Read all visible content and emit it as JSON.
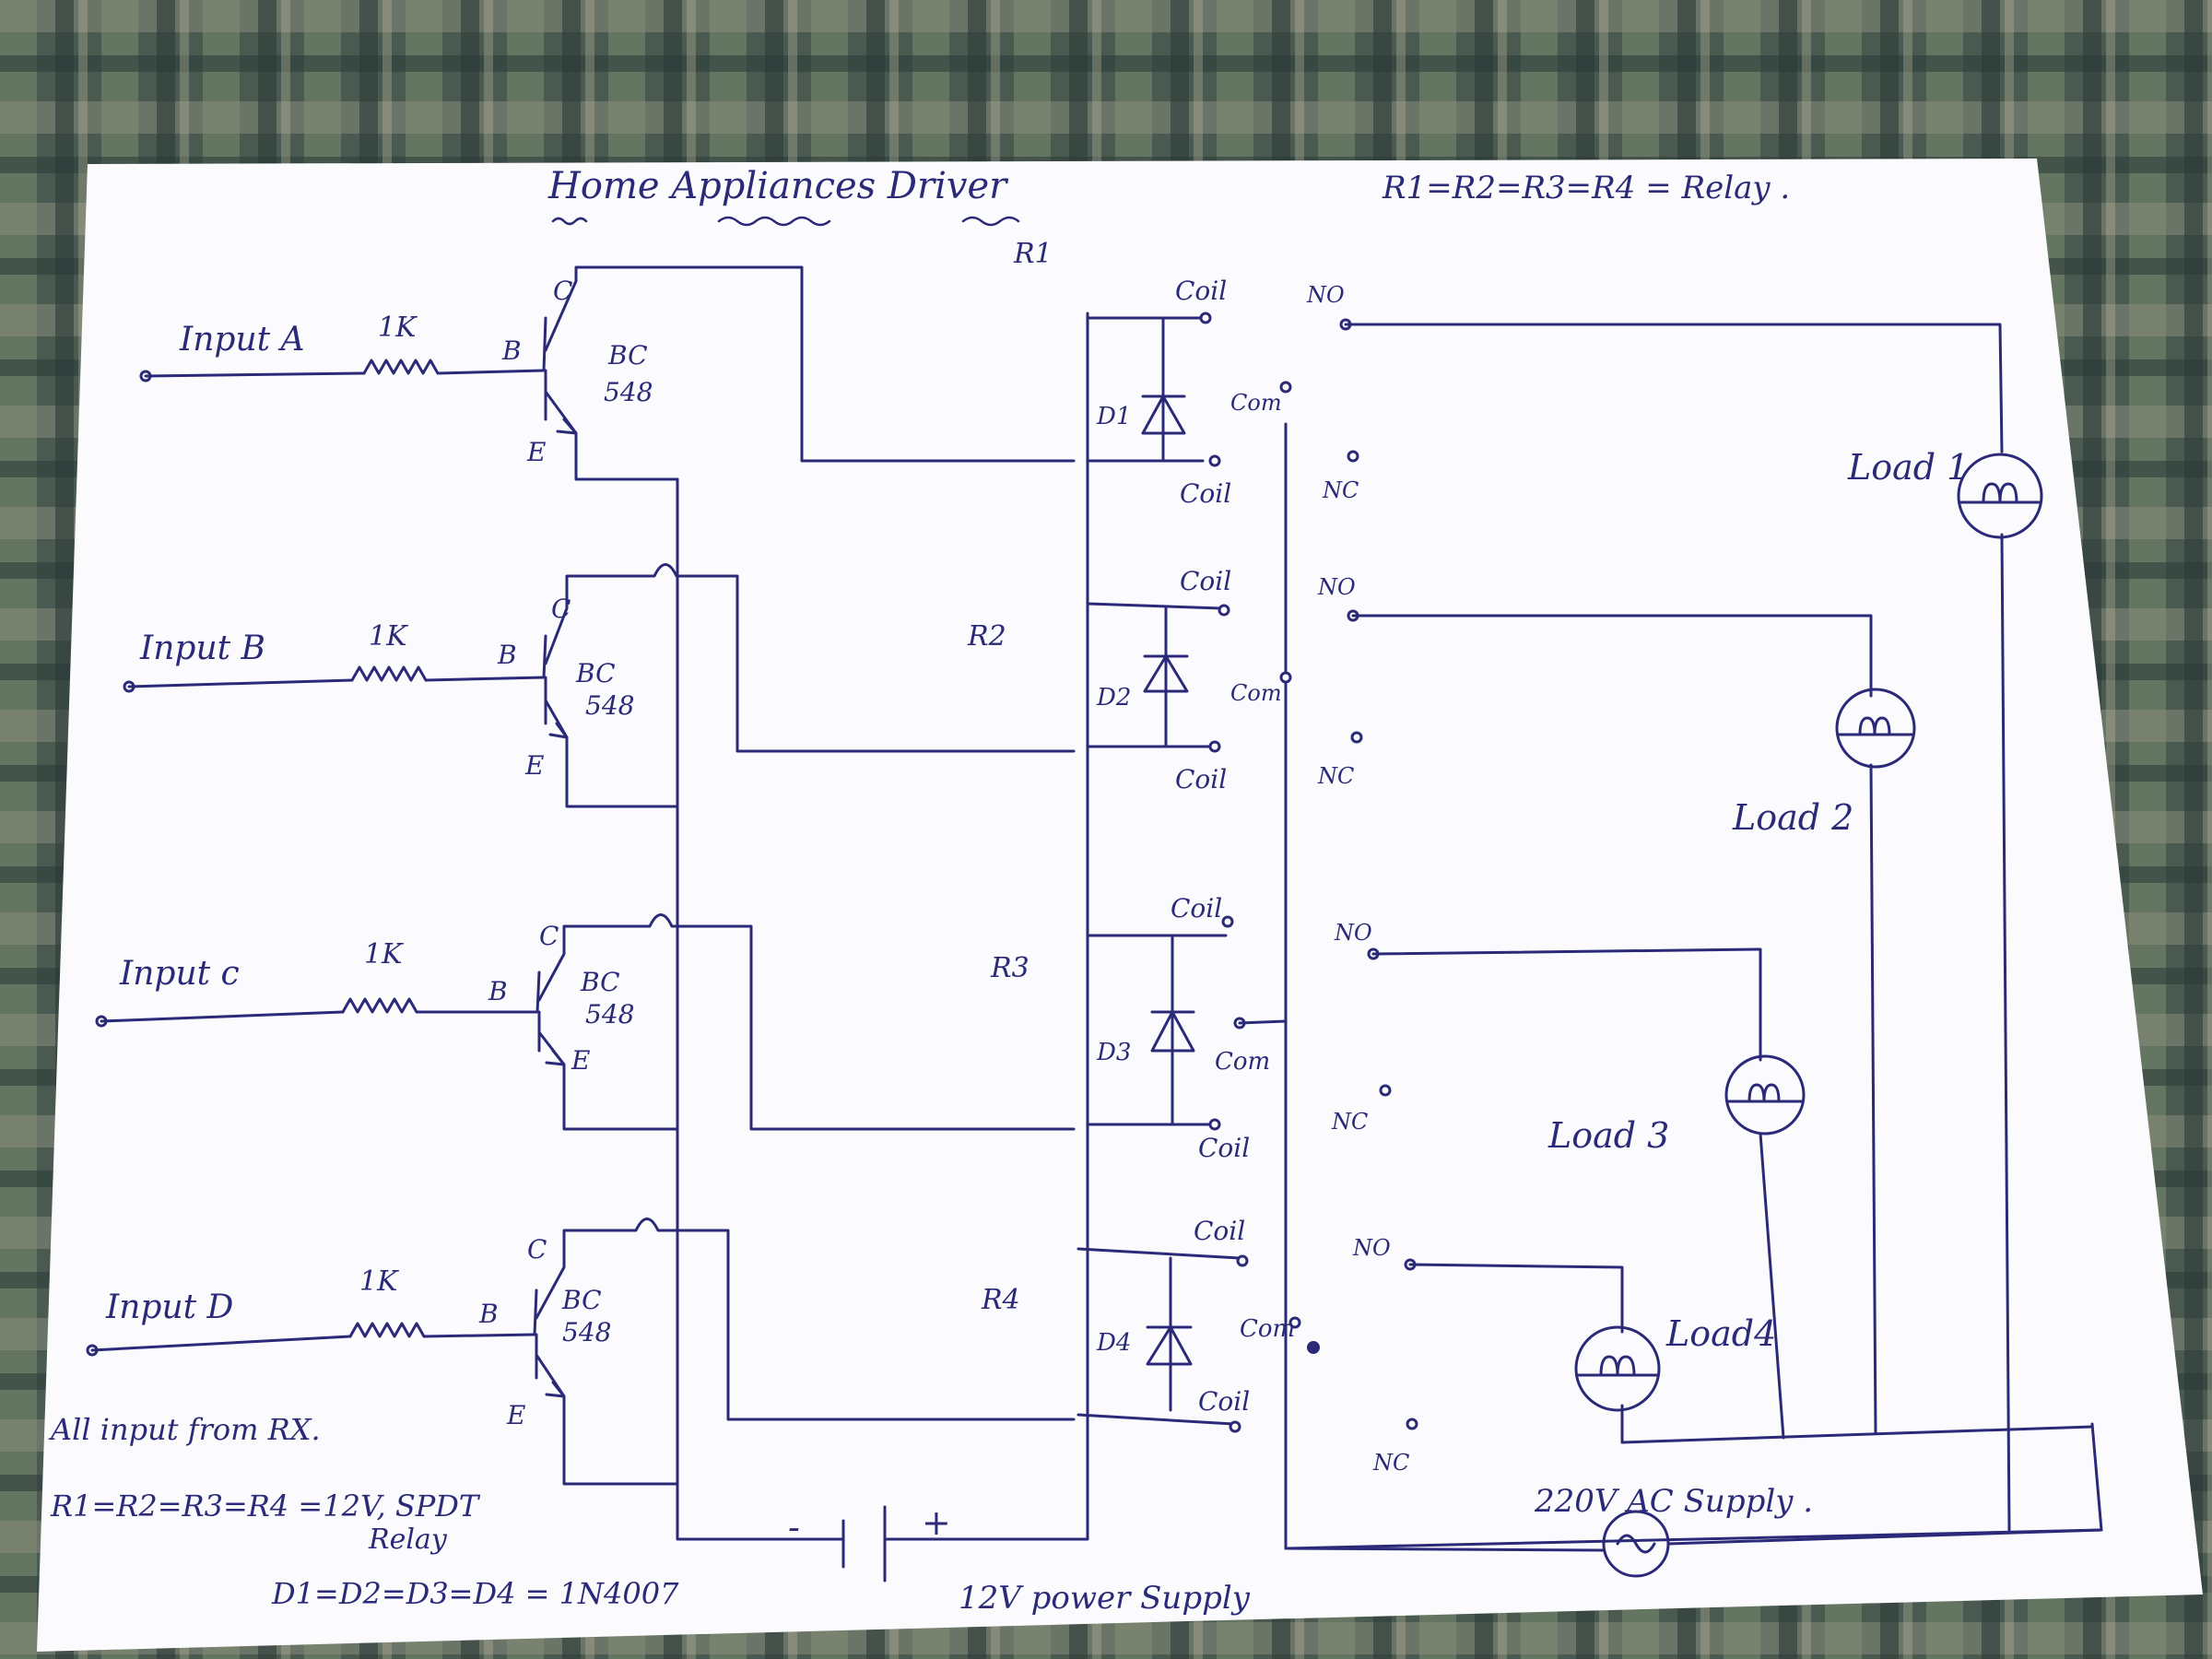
{
  "title": "Home Appliances Driver",
  "header_note": "R1=R2=R3=R4 = Relay .",
  "inputs": [
    {
      "label": "Input A",
      "resistor": "1K",
      "base": "B",
      "collector": "C",
      "emitter": "E",
      "transistor_line1": "BC",
      "transistor_line2": "548"
    },
    {
      "label": "Input B",
      "resistor": "1K",
      "base": "B",
      "collector": "C",
      "emitter": "E",
      "transistor_line1": "BC",
      "transistor_line2": "548"
    },
    {
      "label": "Input c",
      "resistor": "1K",
      "base": "B",
      "collector": "C",
      "emitter": "E",
      "transistor_line1": "BC",
      "transistor_line2": "548"
    },
    {
      "label": "Input D",
      "resistor": "1K",
      "base": "B",
      "collector": "C",
      "emitter": "E",
      "transistor_line1": "BC",
      "transistor_line2": "548"
    }
  ],
  "relays": [
    {
      "name": "R1",
      "diode": "D1",
      "coil_top": "Coil",
      "coil_bottom": "Coil",
      "com": "Com",
      "no": "NO",
      "nc": "NC"
    },
    {
      "name": "R2",
      "diode": "D2",
      "coil_top": "Coil",
      "coil_bottom": "Coil",
      "com": "Com",
      "no": "NO",
      "nc": "NC"
    },
    {
      "name": "R3",
      "diode": "D3",
      "coil_top": "Coil",
      "coil_bottom": "Coil",
      "com": "Com",
      "no": "NO",
      "nc": "NC"
    },
    {
      "name": "R4",
      "diode": "D4",
      "coil_top": "Coil",
      "coil_bottom": "Coil",
      "com": "Com",
      "no": "NO",
      "nc": "NC"
    }
  ],
  "loads": [
    "Load 1",
    "Load 2",
    "Load 3",
    "Load4"
  ],
  "power_supply": {
    "label": "12V power Supply",
    "minus": "-",
    "plus": "+"
  },
  "ac_supply": "220V AC Supply .",
  "notes": {
    "input_note": "All input from RX.",
    "relay_spec_line1": "R1=R2=R3=R4 =12V, SPDT",
    "relay_spec_line2": "Relay",
    "diode_spec": "D1=D2=D3=D4 = 1N4007"
  }
}
